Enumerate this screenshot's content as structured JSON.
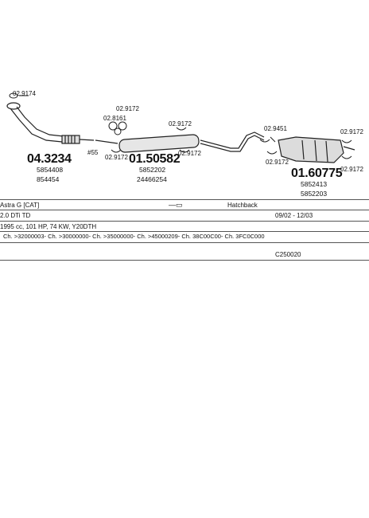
{
  "parts": [
    {
      "id": "front_pipe",
      "number": "04.3234",
      "oem": [
        "5854408",
        "854454"
      ]
    },
    {
      "id": "middle_silencer",
      "number": "01.50582",
      "oem": [
        "5852202",
        "24466254"
      ]
    },
    {
      "id": "rear_silencer",
      "number": "01.60775",
      "oem": [
        "5852413",
        "5852203"
      ]
    }
  ],
  "small_refs": {
    "gasket_top": "02.9174",
    "clamp_mid_a": "02.9172",
    "clamp_mid_b": "02.8161",
    "pipe_size": "#55",
    "clamp_mid_c": "02.9172",
    "hanger_a": "02.9172",
    "hanger_b": "02.9172",
    "hanger_c": "02.9451",
    "hanger_d": "02.9172",
    "hanger_e": "02.9172",
    "hanger_f": "02.9172"
  },
  "vehicle": {
    "model": "Astra G  [CAT]",
    "engine": "2.0 DTi TD",
    "body": "Hatchback",
    "dates": "09/02 - 12/03",
    "spec": "1995 cc, 101 HP, 74 KW, Y20DTH",
    "chassis": "Ch. >32000003- Ch. >30000000- Ch. >35000000- Ch. >45000209- Ch. 38C00C00- Ch. 3FC0C000",
    "code": "C250020"
  }
}
